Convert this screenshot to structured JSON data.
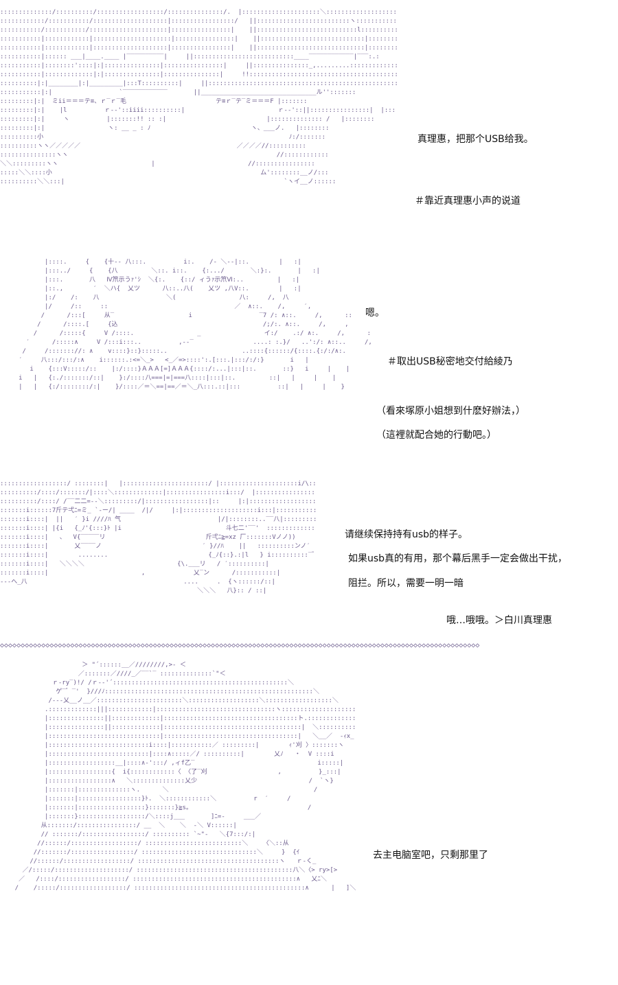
{
  "panels": [
    {
      "captions": [
        "真理惠，把那个USB给我。",
        "＃靠近真理惠小声的说道"
      ]
    },
    {
      "captions": [
        "嗯。",
        "＃取出USB秘密地交付給綾乃",
        "（看來塚原小姐想到什麽好辦法，）",
        "（這裡就配合她的行動吧。）"
      ]
    },
    {
      "captions": [
        "请继续保持持有usb的样子。",
        "如果usb真的有用，那个幕后黑手一定会做出干扰，",
        "阻拦。所以，需要一明一暗",
        "哦…哦哦。＞白川真理惠"
      ]
    },
    {
      "captions": [
        "去主电脑室吧，只剩那里了"
      ]
    }
  ],
  "divider_pattern": "◇◇◇◇◇◇◇◇◇◇◇◇◇◇◇◇◇◇◇◇◇◇◇◇◇◇◇◇◇◇◇◇◇◇◇◇◇◇◇◇◇◇◇◇◇◇◇◇◇◇◇◇◇◇◇◇◇◇◇◇◇◇◇◇◇◇◇◇◇◇◇◇◇◇◇◇◇◇◇◇◇◇◇◇◇◇◇◇◇◇◇◇◇◇◇◇◇◇◇◇◇◇◇◇◇◇◇◇◇◇◇◇◇◇◇◇",
  "art": {
    "panel1": "::::::::::::::/::::::::::/::::::::::::::::::/:::::::::::::::/.  |:::::::::::::::::::::＼::::::::::::::::::::::::::::::ヽ::::::::\n::::::::::::/:::::::::::/::::::::::::::::::::|:::::::::::::::::/   ||:::::::::::::::::::::::::ヽ:::::::::::::::::::::::::::::::l:::::::::\n:::::::::::/:::::::::::/:::::::::::::::::::::|::::::::::::::::|    ||:::::::::::::::::::::::::::l:::::::::::::::::::::::::::::::|:::::::::\n:::::::::::|::::::::::::|:::::::::::::::::::::|::::::::::::::::|    ||::::::::::::::::::::::::::::|::::::::::::::::::::::::::::::|:::::::::\n:::::::::::|::::::::::::|::::::::::::::::::::|::::::::::::::::|    ||:::::::::::::::::::::::::::::|:::::::::::::::::::::::::::::||:::::::\n:::::::::::|:::::: ___|____.____ |‾‾‾‾‾‾‾‾‾‾|     ||:::::::::::::::::::::::::::____‾‾‾‾‾‾‾‾‾‾‾‾|‾‾‾:.:\n:::::::::::|::::::::'::::|:|:::::::::::::::|::::::::::::::::|     ||:::::::::::::::_,.........:::::::::::::::::::::::::::::::|:::::|::::::\n:::::::::::|:::::::::::::|:|:::::::::::::::|:::::::::::::::|     !!:::::::::::::::::::::::::::::::::::::::::::::::::::::|::::|:::::::\n::::::::::|:|________|:|_________|:::T::::::::::|     ||::::::::::::::::::::::::::::::::::::::::::::::::::::::::|:::|::::::::\n:::::::::::|:|                  `‾‾‾‾‾‾‾‾‾‾‾‾       ||_______________________________ル'':::::::\n:::::::::|:|  ミii＝＝＝テ≡、ｒ‾ｒ‾毛                        テ≡ｒ‾テ‾ミ＝＝＝F |:::::::\n:::::::::|:|    |l          ｒ-‐'::iiii::::::::::|                         ｒ-‐'::||::::::::::::::::|  |::::::::\n:::::::::|:|     ヽ          |:::::::!! :: :|                           |:::::::::::::: /   |::::::::\n:::::::::|:|                 ヽ: __ _ : ﾉ                           ヽ、___ノ.   |::::::::\n::::::::::小                                                                  ﾉ:/:::::::\n::::::::::ヽヽ／／／／／                                          ／／／／//::::::::::\n:::::::::::::::ヽヽ                                                        //::::::::::::\n＼＼:::::::::ヽヽ                         |                         //::::::::::::::::\n:::::＼＼::::小                                                        ム'::::::::__ノ/:::\n::::::::::＼＼:::|                                                           `ヽイ__ノ::::::",
    "panel2": "            |::::.     {    {十‐‐ 八:::.          i:.    /‐ ＼‐‐|::.        |   :|\n            |:::../     {    {八         ＼::. i::.    {:.../       ＼:}:.       |   :|\n            |:::.       八   Ⅳ笊示うｧ'ｼ  ＼{:.    {::/ ィうｧ示笊Ⅵ:..         |   :|\n            |::.,        ′  ＼ハ{  乂ツ      八::..八(    乂ツ ,八V::.        |   :|\n            |:/    /:    八                  ＼(                 八:     /,  八\n            |/     /::     ::                                  ／  ∧::.    /,     ′,\n           /      /:::[     从‾                    i                  ‾7 /: ∧::.     /,      ::\n          /      /::::.[     {込                                       /;/:. ∧::.     /,     ,\n         /      /:::::{     V /::::.                 _                 イ:/    .:/ ∧:.     /,      :\n       ′      /:::::∧     V /:::i:::..          ,‐‐‾                ....: :.}/   ..':/: ∧::..     /,     :\n      /     /::::::://: ∧    v::::}::}:::::..                    ..::::{::::::/{::::.{:/:/∧:.          |\n     ′     八:::/:::/:∧    i::::::.:<=＼_>   <_／=>::::':.[:::.|:::/:/:}       i   |\n        i    {:::V:::::/::    |:/::::}ＡＡＡ[=]ＡＡＡ{::::/:...|:::|::.       ::}   i     |    |\n     i   |   {:./:::::::/::|    }:/::::八===|=|===八::::|:::|::.         ::|   |     |    |\n     |   |   {:/::::::::/:|    }/::::／＝＼==|==／＝＼_八:::.::|:::          ::|   |     |    }",
    "panel3": "::::::::::::::::::/ ::::::::|   |:::::::::::::::::::::::/ |:::::::::::::::::::::i/\\::::::::::::ヽ:::::\n::::::::::/::::/:::::::/|::::＼:::::::::::::|::::::::::::::::i:::/  |::::::::::::::::::::::i:::|:::::::::::i/\\:::::\n::::::::::/::::/ /‾‾二二=-‐＼:::::::::/|:::::::::::::::::|::     |:|::::::::::::::::::::i:::|:::::::::::i |:::::\n:::::::i::::::7斤テ弌ﾆ=ミ_ `‐ー/| ____  /|/     |:|::::::::::::::::::::i:::|:::::::::::i |:::::\n:::::::i::::|  ||   ′ }i ////ﾊ 气                          |/|::::::::..‾‾八|::::::::::i  |:::::\n:::::::i::::| |{i   {_ﾉ'{:::}ﾄ |i                            斗七二'‾‾'  ::::::::::::::j/|/\\\n:::::::i::::|   、  V{‾‾‾‾‾リ                           斤弌ﾆ≧=xz 厂:::::::Vノノ))\n:::::::i::::|       乂‾‾‾‾ノ                           ′ }//ﾊ    ||   ::::::::::ンノ′\n:::::::i::::|        ........                           {_ﾉ{::}.:|l   } i::::::::::‾゛\n:::::::i::::|   ＼＼＼＼                         {\\.___リ   / ′::::::::::|\n:::::::i::::|                         ,             乂‾ン      /:::::::::::|\n-‐‐へ_八                                          ....     .  {ヽ::::::/::|\n                                                     ＼＼＼   八}:: / ::|",
    "panel4": "                      ＞ \"´::::::__／////////,>‐ ＜\n                     ／:::::::／////_／‾‾`‾ ::::::::::::::`\"＜\n              ｒ-ry‾)!/ /ｒ-‐'´:::::::::::::::::::::::::::::::::::::::::::::::＼\n               ゲ‾゛‾'  }///ﾉ::::::::::::::::::::::::::::::::::::::::::::::::::::::::＼\n             /‐‐‐乂__ノ__／:::::::::::::::::::::::＼:::::::::::::::::::＼::::::::::::::::::＼\n            .:::::::::::::|||::::::::::::|::::::::::::::::::::::::::::::::ヽ::::::::::::::::::::::＼:::::::::::::::::\n            |:::::::::::::::||:::::::::::::|::::::::::::::::::::::::::::::::::::ト.:::::::::::::::::::: __::\\__\n            |:::::::::::::::||:::::::::::::|:::::::::::::::::::::::::::::::::::::|  ＼:::::::::::／‾/‾‾\\:::::/\n            |::::::::::::::::::::::::::::::|::::::::::::::::::::::::::::::::::::|   ＼__／  ‐ｨx_ {::＼{\n            |:::::::::::::::::::::::::::i::::|:::::::::::／ :::::::::|        ｨ'刈 〉:::::::ヽ\n            |:::::::::::::::::::::::::::|::::∧:::::／/ ::::::::::|        乂ﾉ   ・  V ::::i\n            |::::::::::::::::::__|::::∧‐':::/ ,ィf乙‾                                 i:::::|\n            |:::::::::::::::::{  i{::::::::::::〈 〈了‾刈                   ,          }_:::|\n            |:::::::::::::::::∧   ＼::::::::::::::乂少                              /  `ヽ}\n            |:::::::|::::::::::::::ヽ.      ＼                                       /\n            |:::::::|:::::::::::::::::}ﾄ.  ＼::::::::::::＼          r  ′     /\n            |:::::::|::::::::::::::::::}:::::::}≧s。                               /\n            |:::::::}::::::::::::::::::/＼::::j___       ]ﾆ=-     ___／\n           从:::::::/::::::::::::::::/ __  ＼    ＼  ‐＼ V::::::|\n           // :::::::/:::::::::::::::::/ :::::::::: `~\"‐   ＼{7:::/:|\n          //::::::/::::::::::::::::::/ ::::::::::::::::::::::::::＼    〈＼::从\n         //:::::::/:::::::::::::::::/ :::::::::::::::::::::::::::::::＼     }  {ｲ\n        //::::::/::::::::::::::::::/ ::::::::::::::::::::::::::::::::::::::ヽ   ｒ‐く_\n      ／/:::::/::::::::::::::::::::/ ::::::::::::::::::::::::::::::::::::::::::八＼〈> ry>[>\n     ／   /::::/::::::::::::::::::/ ::::::::::::::::::::::::::::::::::::::::::::∧   乂ﾆ＼\n    /    /:::::/::::::::::::::::::/ ::::::::::::::::::::::::::::::::::::::::::::::∧      |   ]＼"
  }
}
